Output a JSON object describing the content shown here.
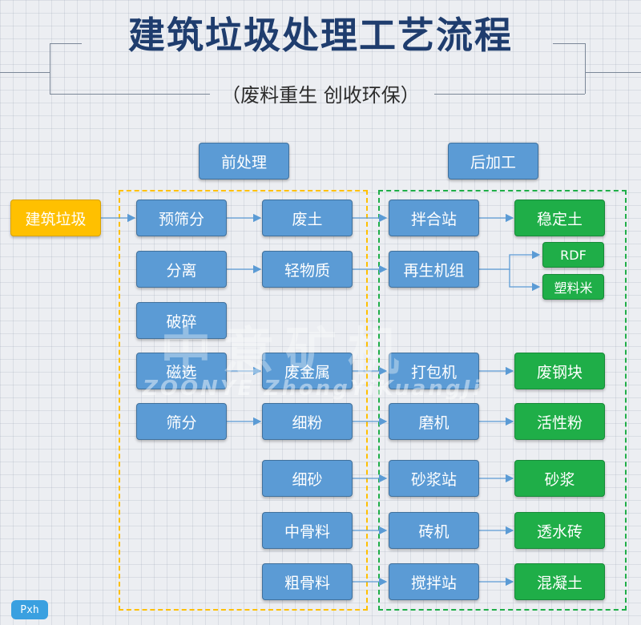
{
  "title": "建筑垃圾处理工艺流程",
  "subtitle": "（废料重生  创收环保）",
  "headers": {
    "pre": "前处理",
    "post": "后加工"
  },
  "source": "建筑垃圾",
  "pre_steps": [
    "预筛分",
    "分离",
    "破碎",
    "磁选",
    "筛分"
  ],
  "intermediates": [
    "废土",
    "轻物质",
    "废金属",
    "细粉",
    "细砂",
    "中骨料",
    "粗骨料"
  ],
  "processes": [
    "拌合站",
    "再生机组",
    "打包机",
    "磨机",
    "砂浆站",
    "砖机",
    "搅拌站"
  ],
  "products": [
    "稳定土",
    "RDF",
    "塑料米",
    "废钢块",
    "活性粉",
    "砂浆",
    "透水砖",
    "混凝土"
  ],
  "watermark": {
    "brand": "中意矿机",
    "latin": "ZOONYE  ZhongYiKuangJi"
  },
  "badge": "Pxh",
  "colors": {
    "blue": "#5b9bd5",
    "green": "#1fae48",
    "gold": "#ffc000",
    "title": "#1f3d6e"
  }
}
